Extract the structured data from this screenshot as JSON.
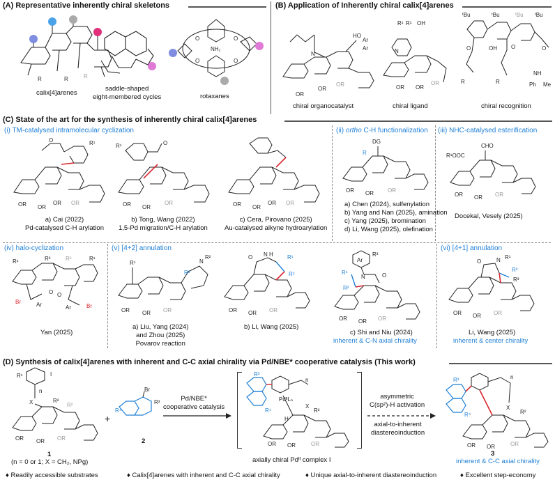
{
  "sections": {
    "A": {
      "title": "(A) Representative inherently chiral skeletons",
      "captions": [
        "calix[4]arenes",
        "saddle-shaped\neight-membered cycles",
        "rotaxanes"
      ]
    },
    "B": {
      "title": "(B) Application of Inherently chiral calix[4]arenes",
      "captions": [
        "chiral organocatalyst",
        "chiral ligand",
        "chiral recognition"
      ]
    },
    "C": {
      "title": "(C) State of the art for the synthesis of inherently chiral calix[4]arenes",
      "subtitles": {
        "i": "(i) TM-catalysed intramolecular cyclization",
        "ii_pre": "(ii) ",
        "ii_em": "ortho",
        "ii_post": " C-H functionalization",
        "iii": "(iii) NHC-catalysed esterification",
        "iv": "(iv) halo-cyclization",
        "v": "(v) [4+2] annulation",
        "vi": "(vi) [4+1] annulation"
      },
      "refs": {
        "cai": "a) Cai (2022)\nPd-catalysed C-H arylation",
        "tong": "b) Tong, Wang (2022)\n1,5-Pd migration/C-H arylation",
        "cera": "c) Cera, Pirovano (2025)\nAu-catalysed alkyne hydroarylation",
        "ortho": "a) Chen (2024), sulfenylation\nb) Yang and Nan (2025), amination\nc) Yang (2025), bromination\nd) Li, Wang (2025), olefination",
        "docekal": "Docekal, Vesely (2025)",
        "yan": "Yan (2025)",
        "liu": "a) Liu, Yang (2024)\nand Zhou (2025)\nPovarov reaction",
        "liwang": "b) Li, Wang (2025)",
        "shi": "c) Shi and Niu (2024)",
        "shi_note": "inherent & C-N axial chirality",
        "liwang2": "Li, Wang (2025)",
        "liwang2_note": "inherent & center chirality"
      }
    },
    "D": {
      "title": "(D) Synthesis of calix[4]arenes with inherent and C-C axial chirality via Pd/NBE* cooperative catalysis (This work)",
      "arrow1": "Pd/NBE*\ncooperative catalysis",
      "arrow2_top": "asymmetric\nC(sp²)-H activation",
      "arrow2_bottom": "axial-to-inherent\ndiastereoinduction",
      "compound1_label": "1",
      "compound1_note": "(n = 0 or 1; X = CH₂, NPg)",
      "plus": "+",
      "compound2_label": "2",
      "intermediate": "axially chiral Pdᴵᴵ complex I",
      "product_label": "3",
      "product_note": "inherent & C-C axial chirality",
      "features": [
        "Readily accessible substrates",
        "Calix[4]arenes with inherent and C-C axial chirality",
        "Unique axial-to-inherent diastereoinduction",
        "Excellent step-economy"
      ]
    }
  },
  "colors": {
    "blue": "#1e7fd6",
    "red": "#d8262e",
    "grey": "#999999"
  },
  "atom_labels": {
    "OR": "OR",
    "R": "R",
    "R1": "R¹",
    "R2": "R²",
    "R3": "R³",
    "R4": "R⁴",
    "Br": "Br",
    "I": "I",
    "O": "O",
    "X": "X",
    "DG": "DG",
    "Ar": "Ar",
    "N": "N",
    "H": "H",
    "OH": "OH",
    "HO": "HO",
    "tBu": "ᵗBu",
    "CHO": "CHO",
    "R1OOC": "R¹OOC",
    "NH2": "NH₂",
    "n": "n",
    "PdLn": "PdᴵᴵLₙ",
    "NH": "NH",
    "Ph": "Ph",
    "Me": "Me"
  }
}
